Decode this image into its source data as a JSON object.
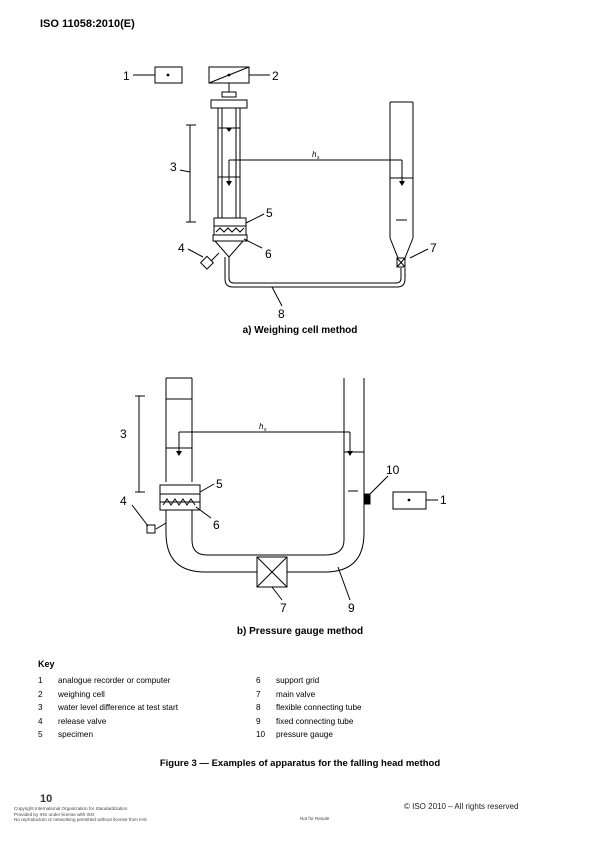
{
  "header": {
    "standard": "ISO 11058:2010(E)"
  },
  "figure_a": {
    "caption": "a)   Weighing cell method",
    "callouts": {
      "c1": "1",
      "c2": "2",
      "c3": "3",
      "c4": "4",
      "c5": "5",
      "c6": "6",
      "c7": "7",
      "c8": "8"
    },
    "head_label": "h",
    "head_sub": "s"
  },
  "figure_b": {
    "caption": "b)   Pressure gauge method",
    "callouts": {
      "c1": "1",
      "c3": "3",
      "c4": "4",
      "c5": "5",
      "c6": "6",
      "c7": "7",
      "c9": "9",
      "c10": "10"
    },
    "head_label": "h",
    "head_sub": "s"
  },
  "key": {
    "title": "Key",
    "left": [
      {
        "num": "1",
        "text": "analogue recorder or computer"
      },
      {
        "num": "2",
        "text": "weighing cell"
      },
      {
        "num": "3",
        "text": "water level difference at test start"
      },
      {
        "num": "4",
        "text": "release valve"
      },
      {
        "num": "5",
        "text": "specimen"
      }
    ],
    "right": [
      {
        "num": "6",
        "text": "support grid"
      },
      {
        "num": "7",
        "text": "main valve"
      },
      {
        "num": "8",
        "text": "flexible connecting tube"
      },
      {
        "num": "9",
        "text": "fixed connecting tube"
      },
      {
        "num": "10",
        "text": "pressure gauge"
      }
    ]
  },
  "figure_title": "Figure 3 — Examples of apparatus for the falling head method",
  "footer": {
    "page_number": "10",
    "copyright": "© ISO 2010 – All rights reserved",
    "line1": "Copyright International Organization for Standardization",
    "line2": "Provided by IHS under license with ISO",
    "line3": "No reproduction or networking permitted without license from IHS",
    "not_for_resale": "Not for Resale"
  }
}
